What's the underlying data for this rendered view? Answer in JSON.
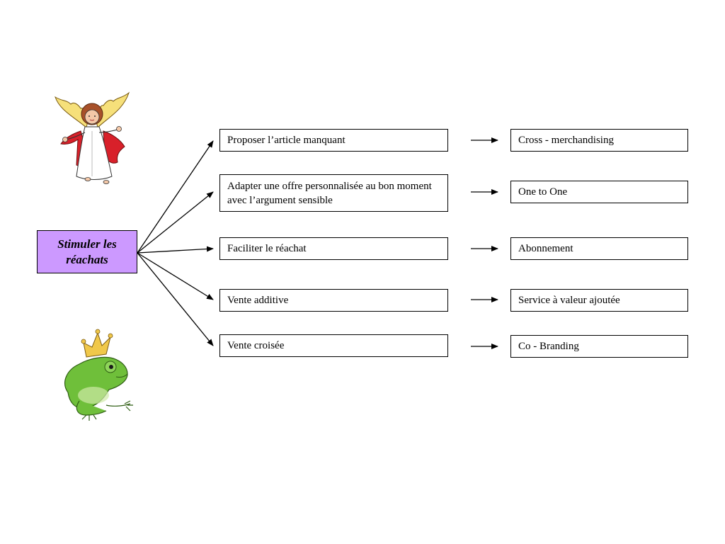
{
  "main": {
    "label": "Stimuler les réachats"
  },
  "actions": [
    "Proposer l’article manquant",
    "Adapter une offre personnalisée au bon moment avec l’argument sensible",
    "Faciliter le réachat",
    "Vente additive",
    "Vente croisée"
  ],
  "results": [
    "Cross - merchandising",
    "One to One",
    "Abonnement",
    "Service à valeur ajoutée",
    "Co - Branding"
  ],
  "colors": {
    "main_fill": "#cc99ff",
    "frog_green": "#6fbf3a",
    "crown_gold": "#f0c84a",
    "angel_wing": "#f6e07a",
    "angel_cape": "#d8202a"
  },
  "icons": [
    "angel-icon",
    "frog-prince-icon"
  ]
}
